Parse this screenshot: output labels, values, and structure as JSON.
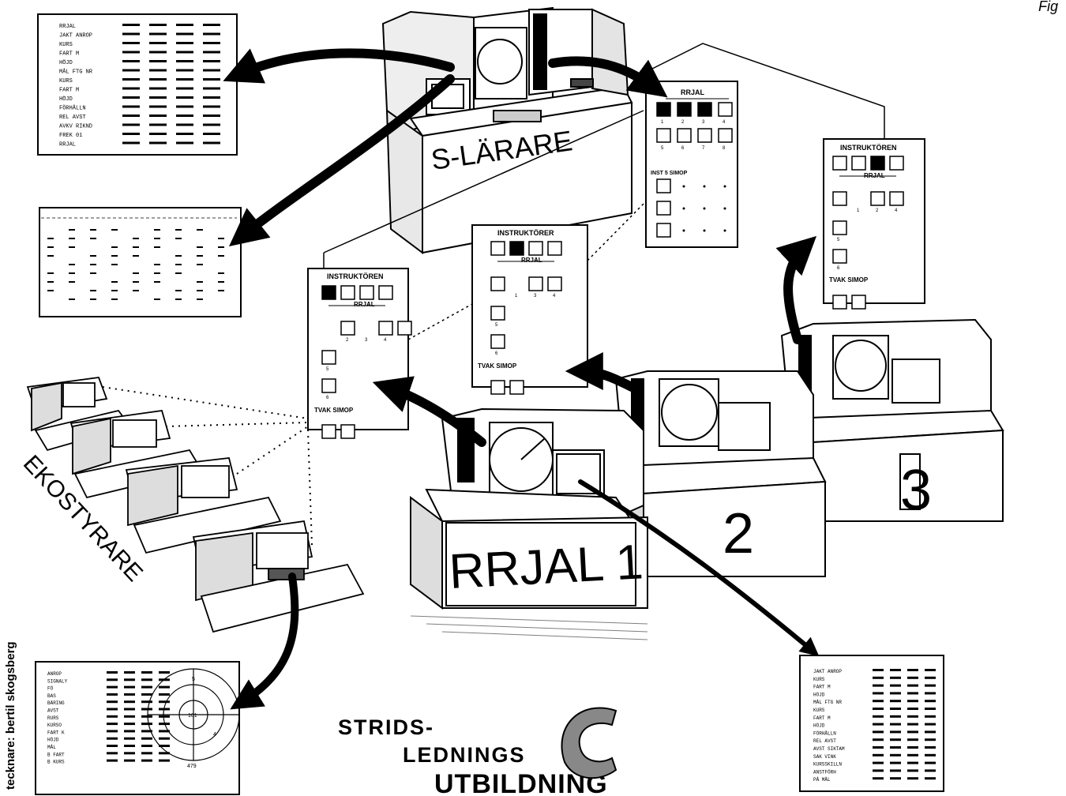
{
  "figure": {
    "fig_label": "Fig",
    "credit": "tecknare: bertil skogsberg",
    "title_lines": [
      "STRIDS-",
      "LEDNINGS",
      "UTBILDNING"
    ]
  },
  "stations": {
    "s_larare": "S-LÄRARE",
    "rrjal_1": "RRJAL 1",
    "rrjal_2": "2",
    "rrjal_3": "3",
    "ekostyrare": "EKOSTYRARE"
  },
  "panels": {
    "s_larare_panel": {
      "header": "RRJAL",
      "numbers": [
        "1",
        "2",
        "3",
        "4",
        "5",
        "6",
        "7",
        "8"
      ],
      "section": "INST 5 SIMOP"
    },
    "panel_rrjal1": {
      "header": "INSTRUKTÖREN",
      "sub": "RRJAL",
      "numbers": [
        "2",
        "3",
        "4",
        "5",
        "6"
      ],
      "footer": "TVAK SIMOP"
    },
    "panel_rrjal2": {
      "header": "INSTRUKTÖRER",
      "sub": "RRJAL",
      "numbers": [
        "1",
        "3",
        "4",
        "5",
        "6"
      ],
      "footer": "TVAK SIMOP"
    },
    "panel_rrjal3": {
      "header": "INSTRUKTÖREN",
      "sub": "RRJAL",
      "numbers": [
        "1",
        "2",
        "4",
        "5",
        "6"
      ],
      "footer": "TVAK SIMOP"
    }
  },
  "screens": {
    "top_left": {
      "rows": [
        "RRJAL",
        "JAKT ANROP",
        "KURS",
        "FART M",
        "HÖJD",
        "MÅL FTG NR",
        "KURS",
        "FART M",
        "HÖJD",
        "FÖRHÅLLN",
        "REL AVST",
        "AVKV RIKND",
        "FREK 01",
        "RRJAL"
      ]
    },
    "lower_right": {
      "rows": [
        "JAKT ANROP",
        "KURS",
        "FART M",
        "HÖJD",
        "MÅL FTG NR",
        "KURS",
        "FART M",
        "HÖJD",
        "FÖRHÅLLN",
        "REL AVST",
        "AVST SIKTAM",
        "SAK VINK",
        "KURSSKILLN",
        "ANSTFÖRH",
        "PÅ MÅL"
      ]
    },
    "bottom_left": {
      "rows": [
        "ANROP",
        "SIGNALY",
        "FÖ",
        "BAS",
        "BÄRING",
        "AVST",
        "RURS",
        "KURSO",
        "FART K",
        "HÖJD",
        "MÅL",
        "B FART",
        "B KURS"
      ],
      "radar_labels": [
        "101",
        "5",
        "4",
        "479"
      ]
    }
  }
}
